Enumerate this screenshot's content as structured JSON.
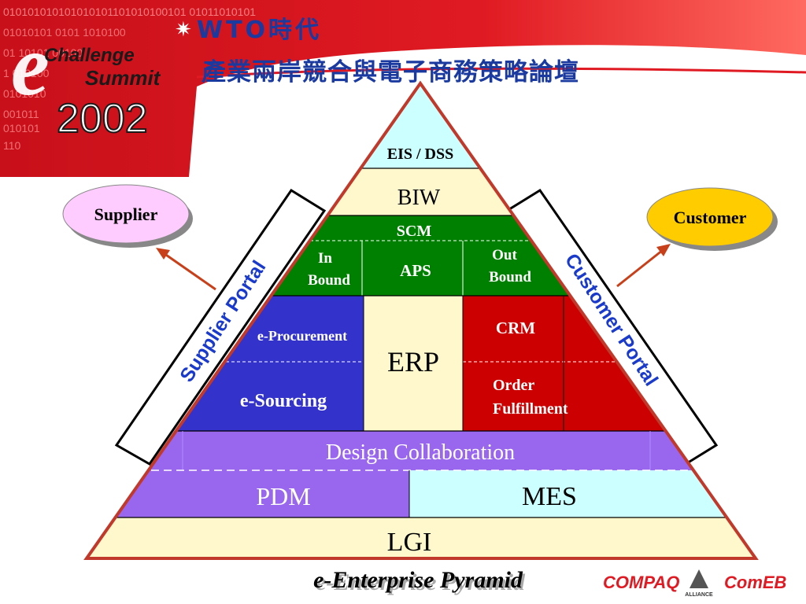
{
  "header": {
    "binary_text": "010101010101010101101010100101 01011010101",
    "wto_title": "WTO時代",
    "forum_title": "產業兩岸競合與電子商務策略論壇",
    "logo_challenge": "Challenge",
    "logo_summit": "Summit",
    "logo_year": "2002"
  },
  "side_portals": {
    "supplier_portal": "Supplier Portal",
    "customer_portal": "Customer Portal"
  },
  "side_nodes": {
    "supplier": "Supplier",
    "customer": "Customer"
  },
  "pyramid": {
    "eis_dss": "EIS / DSS",
    "biw": "BIW",
    "scm": "SCM",
    "in_bound_1": "In",
    "in_bound_2": "Bound",
    "aps": "APS",
    "out_bound_1": "Out",
    "out_bound_2": "Bound",
    "e_procurement": "e-Procurement",
    "e_sourcing": "e-Sourcing",
    "erp": "ERP",
    "crm": "CRM",
    "order_fulfillment_1": "Order",
    "order_fulfillment_2": "Fulfillment",
    "design_collaboration": "Design Collaboration",
    "pdm": "PDM",
    "mes": "MES",
    "lgi": "LGI"
  },
  "caption": "e-Enterprise Pyramid",
  "footer_logos": {
    "compaq": "COMPAQ",
    "alliance": "ALLIANCE",
    "comeb": "ComEB"
  },
  "colors": {
    "header_red": "#e01a22",
    "pyramid_outline": "#c0392b",
    "cream": "#fff8cc",
    "light_cyan": "#ccffff",
    "scm_green": "#008000",
    "sourcing_blue": "#3333cc",
    "crm_red": "#cc0000",
    "design_purple": "#9966ee",
    "supplier_pink": "#ffccff",
    "customer_gold": "#ffcc00"
  }
}
